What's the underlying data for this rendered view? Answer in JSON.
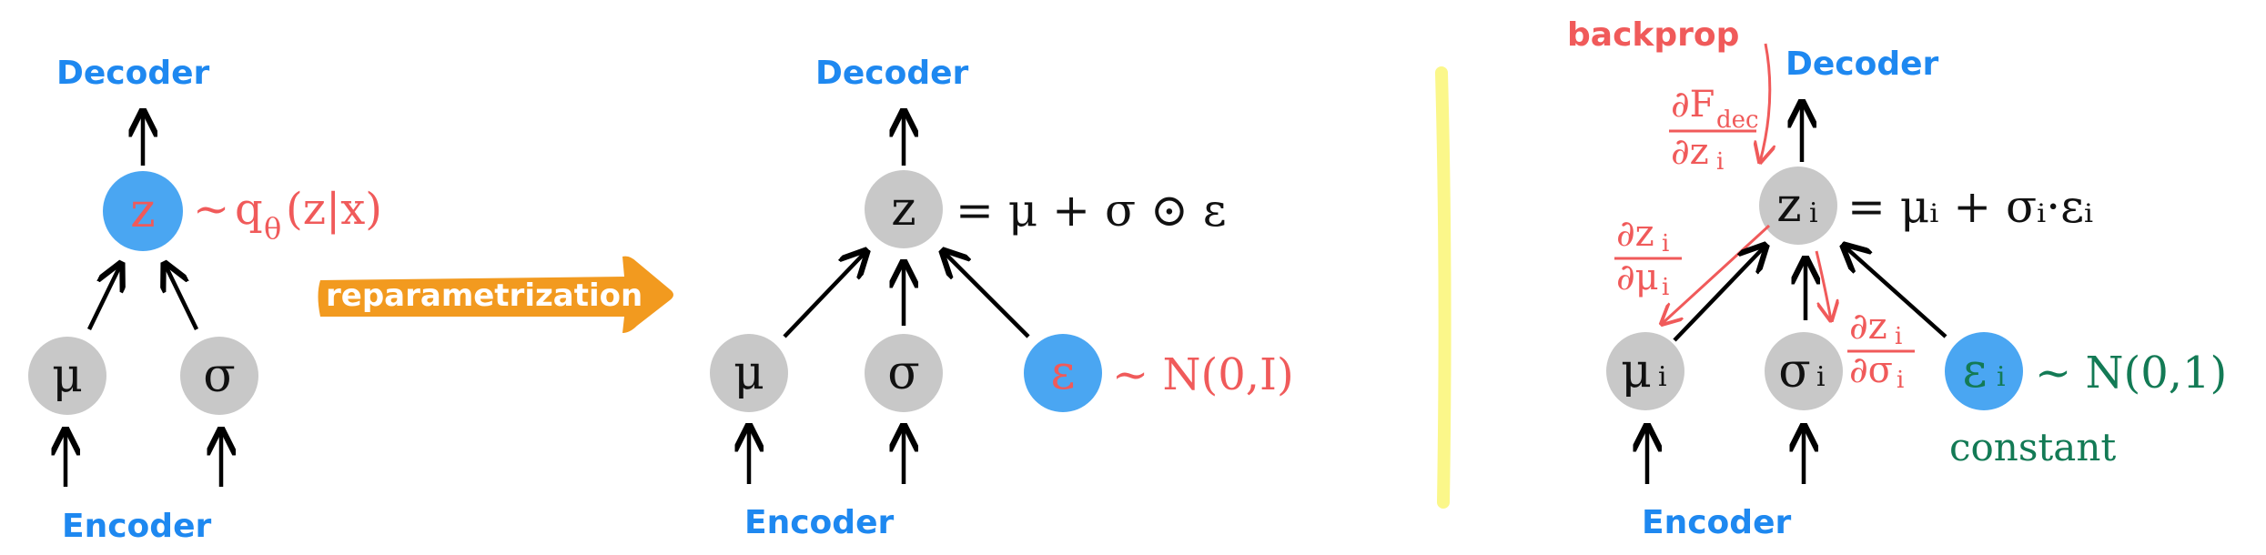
{
  "panel1": {
    "decoder_label": "Decoder",
    "encoder_label": "Encoder",
    "node_z": "z",
    "node_mu": "μ",
    "node_sigma": "σ",
    "z_dist_tilde": "~",
    "z_dist_q": "q",
    "z_dist_theta": "θ",
    "z_dist_args": "(z|x)"
  },
  "transition": {
    "label": "reparametrization",
    "color": "#f29a1f"
  },
  "panel2": {
    "decoder_label": "Decoder",
    "encoder_label": "Encoder",
    "node_z": "z",
    "node_mu": "μ",
    "node_sigma": "σ",
    "node_eps": "ε",
    "z_equation": "= μ + σ ⊙ ε",
    "eps_dist": "~ N(0,I)"
  },
  "panel3": {
    "backprop_label": "backprop",
    "decoder_label": "Decoder",
    "encoder_label": "Encoder",
    "node_z": "z",
    "node_mu": "μ",
    "node_sigma": "σ",
    "node_eps": "ε",
    "subscript": "i",
    "z_equation": "= μᵢ + σᵢ·εᵢ",
    "eps_dist": "~ N(0,1)",
    "constant_label": "constant",
    "grad_dec_num": "∂F",
    "grad_dec_num_sub": "dec",
    "grad_dec_den": "∂z",
    "grad_mu_num": "∂z",
    "grad_mu_den": "∂μ",
    "grad_sigma_num": "∂z",
    "grad_sigma_den": "∂σ"
  },
  "colors": {
    "blue_label": "#1e88f0",
    "red": "#f05a5a",
    "green": "#137a55",
    "node_gray": "#c8c8c8",
    "node_blue": "#4aa6f2",
    "divider": "#fbf78a"
  }
}
